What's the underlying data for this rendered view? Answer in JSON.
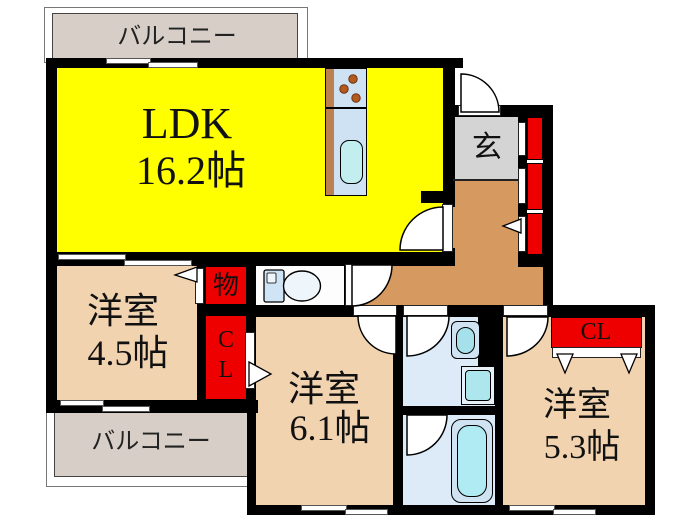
{
  "plan_title": "apartment-floor-plan",
  "balcony_top": {
    "label": "バルコニー"
  },
  "balcony_bottom": {
    "label": "バルコニー"
  },
  "rooms": {
    "ldk": {
      "name": "LDK",
      "size": "16.2帖"
    },
    "west1": {
      "name": "洋室",
      "size": "4.5帖"
    },
    "west2": {
      "name": "洋室",
      "size": "6.1帖"
    },
    "west3": {
      "name": "洋室",
      "size": "5.3帖"
    },
    "genkan": {
      "label": "玄"
    },
    "storage": {
      "label": "物"
    },
    "closet_left": {
      "label": "CL"
    },
    "closet_right": {
      "label": "CL"
    }
  },
  "colors": {
    "wall": "#000000",
    "ldk_floor": "#ffff00",
    "room_floor": "#f2d3b0",
    "corridor_floor": "#d6995f",
    "balcony_floor": "#d6cec7",
    "genkan_floor": "#d4d4d4",
    "closet_red": "#ee0000",
    "water_floor": "#dcebf7",
    "fixture_blue": "#b0eaf2"
  }
}
